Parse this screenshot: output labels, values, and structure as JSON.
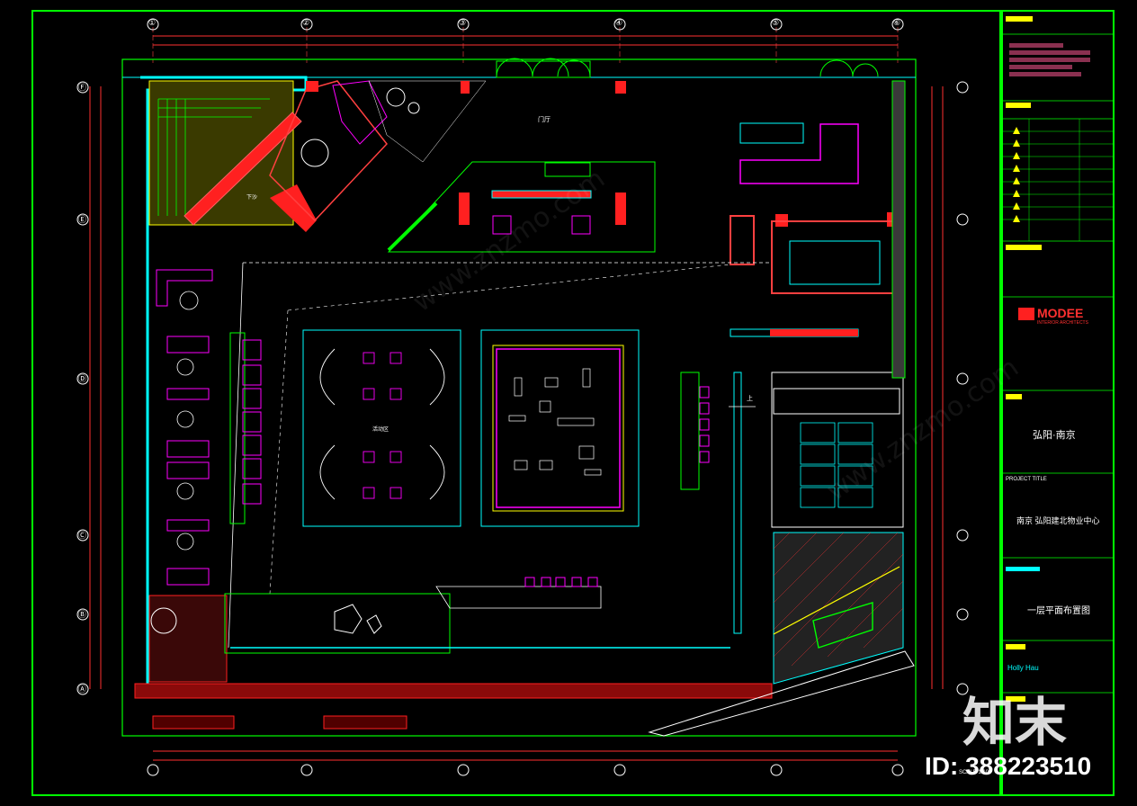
{
  "drawing": {
    "grid_top": [
      "①",
      "②",
      "③",
      "④",
      "⑤",
      "⑥"
    ],
    "grid_left": [
      "Ⓕ",
      "Ⓔ",
      "Ⓓ",
      "Ⓒ",
      "Ⓑ",
      "Ⓐ"
    ],
    "room_labels": {
      "activity": "活动区",
      "entrance": "门厅",
      "stairs_down": "下沙",
      "up": "上"
    },
    "scale": "SCALE 1:100"
  },
  "title_block": {
    "location": "弘阳·南京",
    "project_title_label": "PROJECT TITLE",
    "project_name": "南京 弘阳建北物业中心",
    "sheet_name": "一层平面布置图",
    "drawn_by": "Holly Hau",
    "brand": "MODEE",
    "brand_sub": "INTERIOR ARCHITECTS"
  },
  "watermark": {
    "site": "www.znzmo.com",
    "logo": "知末",
    "id": "ID: 388223510"
  },
  "colors": {
    "cyan": "#00ffff",
    "green": "#00ff00",
    "red": "#ff2020",
    "magenta": "#ff00ff",
    "white": "#ffffff",
    "yellow": "#ffff00",
    "blue": "#3030ff"
  }
}
